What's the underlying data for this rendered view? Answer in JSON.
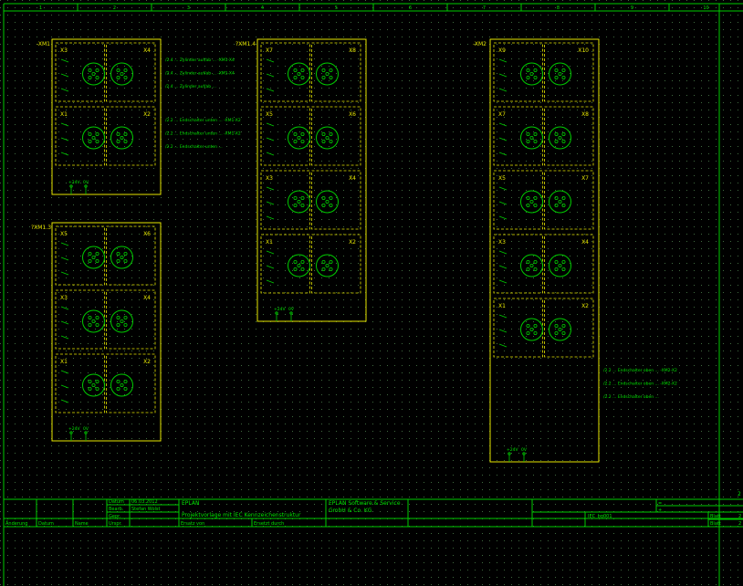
{
  "colors": {
    "background": "#000000",
    "line": "#00cc00",
    "box": "#e6e600",
    "text": "#00e600",
    "label": "#e6e600",
    "dots": "#3a5a3a"
  },
  "header_columns": [
    "1",
    "2",
    "3",
    "4",
    "5",
    "6",
    "7",
    "8",
    "9",
    "10"
  ],
  "page_marker": "2",
  "modules": [
    {
      "name": "-XM1",
      "ports": [
        [
          "X3",
          "X4"
        ],
        [
          "X1",
          "X2"
        ]
      ],
      "footer": [
        "+24V",
        "0V"
      ],
      "refs": [
        "/2.4 ... Zylinder auf/ab ... -XM1-X4",
        "/2.4 ... Zylinder auf/ab ... -XM1-X4",
        "/2.4 ... Zylinder auf/ab ...",
        "/2.2 ... Endschalter unten ... -XM1-X2",
        "/2.2 ... Endschalter unten ... -XM1-X2",
        "/2.2 ... Endschalter unten ..."
      ]
    },
    {
      "name": "?XM1.4",
      "ports": [
        [
          "X7",
          "X8"
        ],
        [
          "X5",
          "X6"
        ],
        [
          "X3",
          "X4"
        ],
        [
          "X1",
          "X2"
        ]
      ],
      "footer": [
        "+24V",
        "0V"
      ],
      "refs": []
    },
    {
      "name": "-XM2",
      "ports": [
        [
          "X9",
          "X10"
        ],
        [
          "X7",
          "X8"
        ],
        [
          "X5",
          "X7"
        ],
        [
          "X3",
          "X4"
        ],
        [
          "X1",
          "X2"
        ]
      ],
      "footer": [
        "+24V",
        "0V"
      ],
      "refs": [
        "/2.2 ... Endschalter oben ... -XM2-X2",
        "/2.2 ... Endschalter oben ... -XM2-X2",
        "/2.2 ... Endschalter oben ..."
      ]
    },
    {
      "name": "?XM1.3",
      "ports": [
        [
          "X5",
          "X6"
        ],
        [
          "X3",
          "X4"
        ],
        [
          "X1",
          "X2"
        ]
      ],
      "footer": [
        "+24V",
        "0V"
      ],
      "refs": []
    }
  ],
  "title_block": {
    "date_label": "Datum",
    "date_value": "06.03.2012",
    "edited_label": "Bearb.",
    "edited_value": "Stefan Wolst",
    "check_label": "Gepr.",
    "original_label": "Urspr.",
    "replaced_by_label": "Ersatz von",
    "replaced_with_label": "Ersetzt durch",
    "change_label": "Änderung",
    "col_date_label": "Datum",
    "col_name_label": "Name",
    "project_brand": "EPLAN",
    "project_title": "Projektvorlage mit IEC Kennzeichenstruktur",
    "company_line1": "EPLAN Software & Service",
    "company_line2": "GmbH & Co. KG",
    "sign1": "=",
    "sign2": "+",
    "drawing_no": "IEC_bg001",
    "page_label": "Blatt",
    "page_value": "2",
    "pages_label": "Blatt",
    "pages_value": "2"
  }
}
